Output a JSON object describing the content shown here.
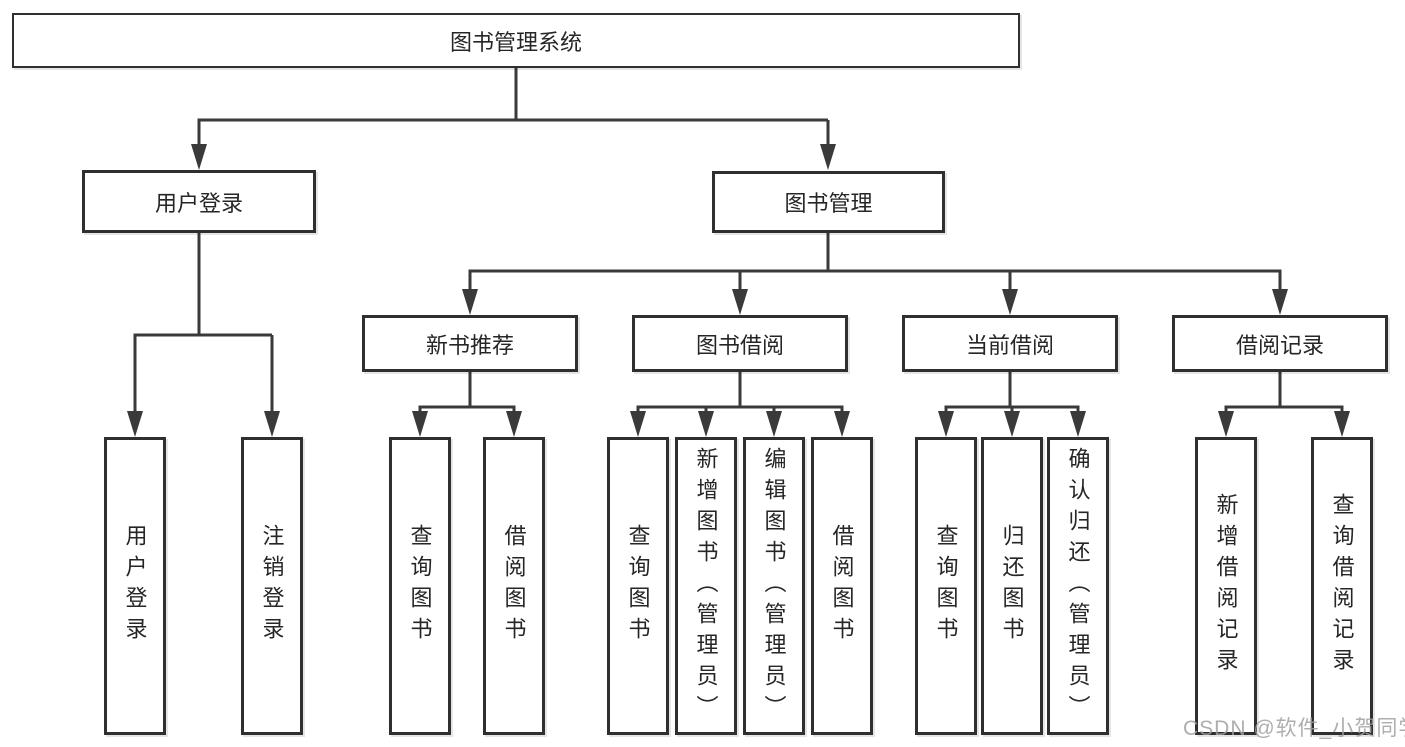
{
  "colors": {
    "background": "#ffffff",
    "line": "#3a3a3a",
    "box_border": "#2f2f2f",
    "text": "#262626",
    "watermark": "#a0a0a0"
  },
  "root_label": "图书管理系统",
  "branches": {
    "user_login": {
      "label": "用户登录",
      "children": [
        {
          "label": "用户登录"
        },
        {
          "label": "注销登录"
        }
      ]
    },
    "book_management": {
      "label": "图书管理",
      "groups": [
        {
          "label": "新书推荐",
          "children": [
            {
              "label": "查询图书"
            },
            {
              "label": "借阅图书"
            }
          ]
        },
        {
          "label": "图书借阅",
          "children": [
            {
              "label": "查询图书"
            },
            {
              "label": "新增图书（管理员）"
            },
            {
              "label": "编辑图书（管理员）"
            },
            {
              "label": "借阅图书"
            }
          ]
        },
        {
          "label": "当前借阅",
          "children": [
            {
              "label": "查询图书"
            },
            {
              "label": "归还图书"
            },
            {
              "label": "确认归还（管理员）"
            }
          ]
        },
        {
          "label": "借阅记录",
          "children": [
            {
              "label": "新增借阅记录"
            },
            {
              "label": "查询借阅记录"
            }
          ]
        }
      ]
    }
  },
  "watermark": "CSDN @软件_小贺同学"
}
